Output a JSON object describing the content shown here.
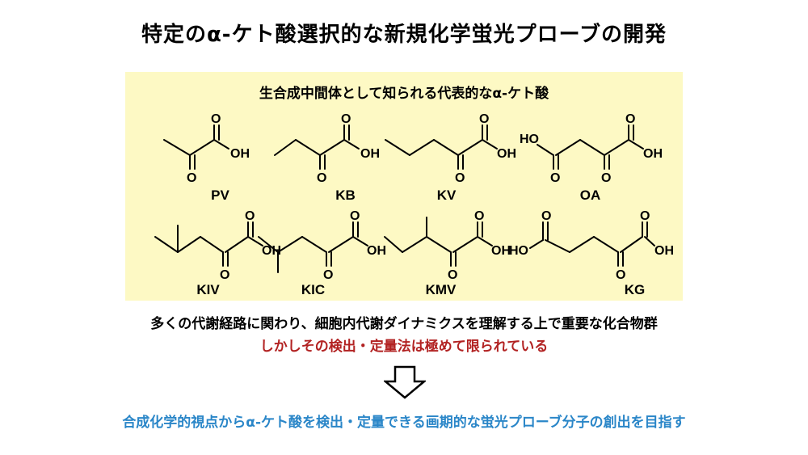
{
  "title": "特定のα-ケト酸選択的な新規化学蛍光プローブの開発",
  "panel": {
    "title": "生合成中間体として知られる代表的なα-ケト酸"
  },
  "molecules": [
    {
      "abbr": "PV",
      "atoms": {
        "o_top": "O",
        "oh": "OH",
        "o_bot": "O"
      }
    },
    {
      "abbr": "KB",
      "atoms": {
        "o_top": "O",
        "oh": "OH",
        "o_bot": "O"
      }
    },
    {
      "abbr": "KV",
      "atoms": {
        "o_top": "O",
        "oh": "OH",
        "o_bot": "O"
      }
    },
    {
      "abbr": "OA",
      "atoms": {
        "ho": "HO",
        "o_top": "O",
        "oh": "OH",
        "o_bot1": "O",
        "o_bot2": "O"
      }
    },
    {
      "abbr": "KIV",
      "atoms": {
        "o_top": "O",
        "oh": "OH",
        "o_bot": "O"
      }
    },
    {
      "abbr": "KIC",
      "atoms": {
        "o_top": "O",
        "oh": "OH",
        "o_bot": "O"
      }
    },
    {
      "abbr": "KMV",
      "atoms": {
        "o_top": "O",
        "oh": "OH",
        "o_bot": "O"
      }
    },
    {
      "abbr": "KG",
      "atoms": {
        "ho": "HO",
        "o_top1": "O",
        "o_top2": "O",
        "oh": "OH",
        "o_bot": "O"
      }
    }
  ],
  "description": "多くの代謝経路に関わり、細胞内代謝ダイナミクスを理解する上で重要な化合物群",
  "limitation": "しかしその検出・定量法は極めて限られている",
  "goal": "合成化学的視点からα-ケト酸を検出・定量できる画期的な蛍光プローブ分子の創出を目指す",
  "colors": {
    "panel_bg": "#fdf9c4",
    "limitation_text": "#b22222",
    "goal_text": "#2a86c8"
  }
}
